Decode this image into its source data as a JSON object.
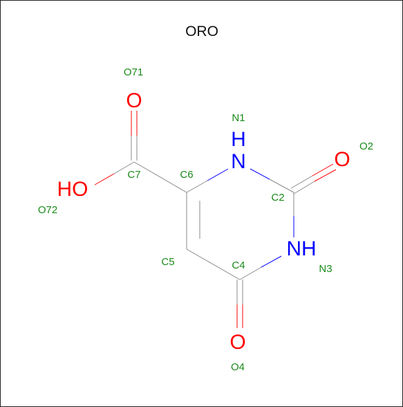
{
  "title": "ORO",
  "colors": {
    "bond": "#8a8a8a",
    "oxygen": "#ff0000",
    "nitrogen": "#0000ff",
    "label": "#1a8a1a",
    "text": "#111111"
  },
  "heteroatoms": {
    "o71": "O",
    "o2": "O",
    "o4": "O",
    "ho72": "HO",
    "h_n1": "H",
    "n1": "N",
    "n3": "NH"
  },
  "atom_labels": {
    "o71": "O71",
    "n1": "N1",
    "o2": "O2",
    "c7": "C7",
    "c6": "C6",
    "o72": "O72",
    "c2": "C2",
    "c5": "C5",
    "c4": "C4",
    "n3": "N3",
    "o4": "O4"
  }
}
